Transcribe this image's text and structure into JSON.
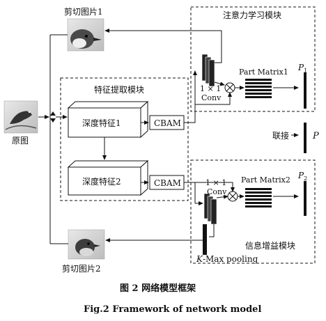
{
  "figure": {
    "caption_cn": "图 2    网络模型框架",
    "caption_en": "Fig.2    Framework of network model"
  },
  "images": {
    "original": "原图",
    "crop1": "剪切图片1",
    "crop2": "剪切图片2"
  },
  "modules": {
    "feature_extraction": "特征提取模块",
    "attention_learning": "注意力学习模块",
    "info_gain": "信息增益模块"
  },
  "blocks": {
    "deep_feature1": "深度特征1",
    "deep_feature2": "深度特征2",
    "cbam1": "CBAM",
    "cbam2": "CBAM"
  },
  "conv": {
    "conv1_top": "1 × 1",
    "conv1_bottom": "Conv",
    "conv2_top": "1 × 1",
    "conv2_bottom": "Conv"
  },
  "matrices": {
    "part_matrix1": "Part Matrix1",
    "part_matrix2": "Part Matrix2"
  },
  "outputs": {
    "p1": "P",
    "p1_sub": "1",
    "p2": "P",
    "p2_sub": "2",
    "p": "P",
    "concat": "联接"
  },
  "pooling": {
    "k": "K",
    "rest": "-Max pooling"
  },
  "icons": [
    "bird-image",
    "multiply-icon",
    "feature-map-stack",
    "arrow"
  ]
}
